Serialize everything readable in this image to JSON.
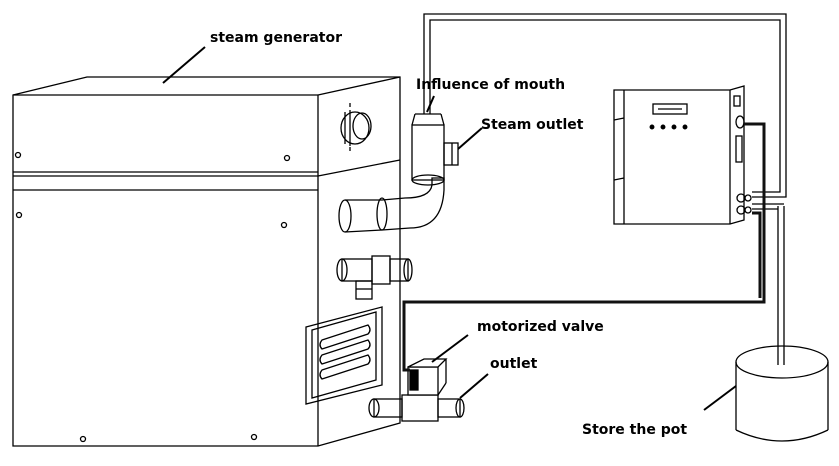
{
  "labels": {
    "steam_generator": "steam generator",
    "influence_of_mouth": "Influence of mouth",
    "steam_outlet": "Steam outlet",
    "motorized_valve": "motorized valve",
    "outlet": "outlet",
    "store_the_pot": "Store the pot"
  },
  "colors": {
    "line": "#000000",
    "background": "#ffffff",
    "cable": "#111111"
  }
}
